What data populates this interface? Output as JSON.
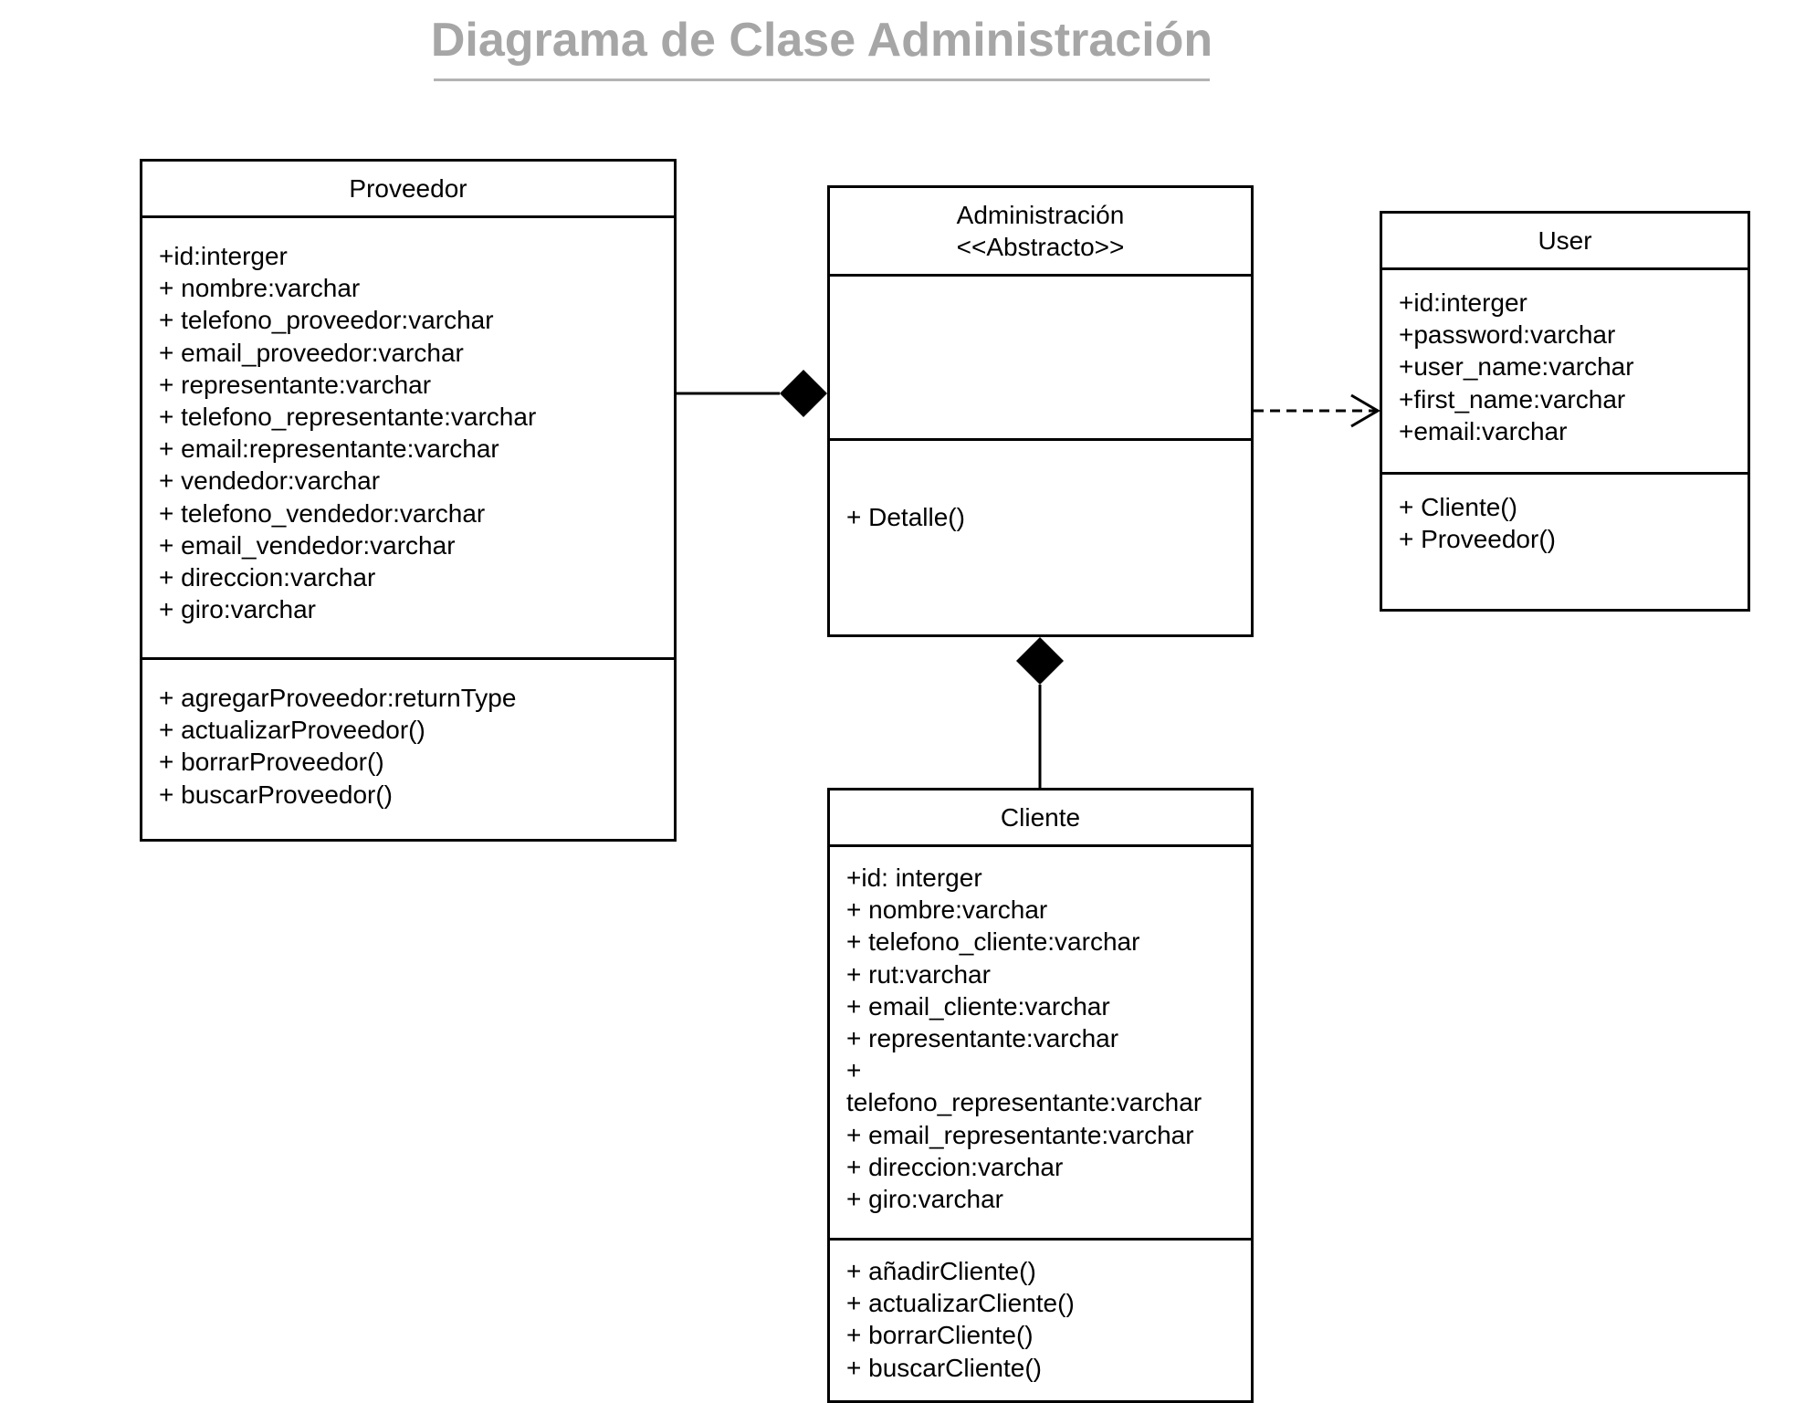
{
  "title": "Diagrama de Clase Administración",
  "classes": {
    "proveedor": {
      "name": "Proveedor",
      "attributes": [
        "+id:interger",
        "+ nombre:varchar",
        "+ telefono_proveedor:varchar",
        "+ email_proveedor:varchar",
        "+ representante:varchar",
        "+ telefono_representante:varchar",
        "+ email:representante:varchar",
        "+ vendedor:varchar",
        "+ telefono_vendedor:varchar",
        "+ email_vendedor:varchar",
        "+ direccion:varchar",
        "+ giro:varchar"
      ],
      "methods": [
        "+ agregarProveedor:returnType",
        "+ actualizarProveedor()",
        "+ borrarProveedor()",
        "+ buscarProveedor()"
      ]
    },
    "administracion": {
      "name": "Administración",
      "stereotype": "<<Abstracto>>",
      "attributes": [],
      "methods": [
        "+ Detalle()"
      ]
    },
    "user": {
      "name": "User",
      "attributes": [
        "+id:interger",
        "+password:varchar",
        "+user_name:varchar",
        "+first_name:varchar",
        "+email:varchar"
      ],
      "methods": [
        "+ Cliente()",
        "+ Proveedor()"
      ]
    },
    "cliente": {
      "name": "Cliente",
      "attributes": [
        "+id: interger",
        "+ nombre:varchar",
        "+ telefono_cliente:varchar",
        "+ rut:varchar",
        "+ email_cliente:varchar",
        "+ representante:varchar",
        "+",
        "telefono_representante:varchar",
        "+ email_representante:varchar",
        "+ direccion:varchar",
        "+ giro:varchar"
      ],
      "methods": [
        "+ añadirCliente()",
        "+ actualizarCliente()",
        "+ borrarCliente()",
        "+ buscarCliente()"
      ]
    }
  },
  "relationships": [
    {
      "from": "proveedor",
      "to": "administracion",
      "type": "composition"
    },
    {
      "from": "cliente",
      "to": "administracion",
      "type": "composition"
    },
    {
      "from": "administracion",
      "to": "user",
      "type": "dependency"
    }
  ]
}
